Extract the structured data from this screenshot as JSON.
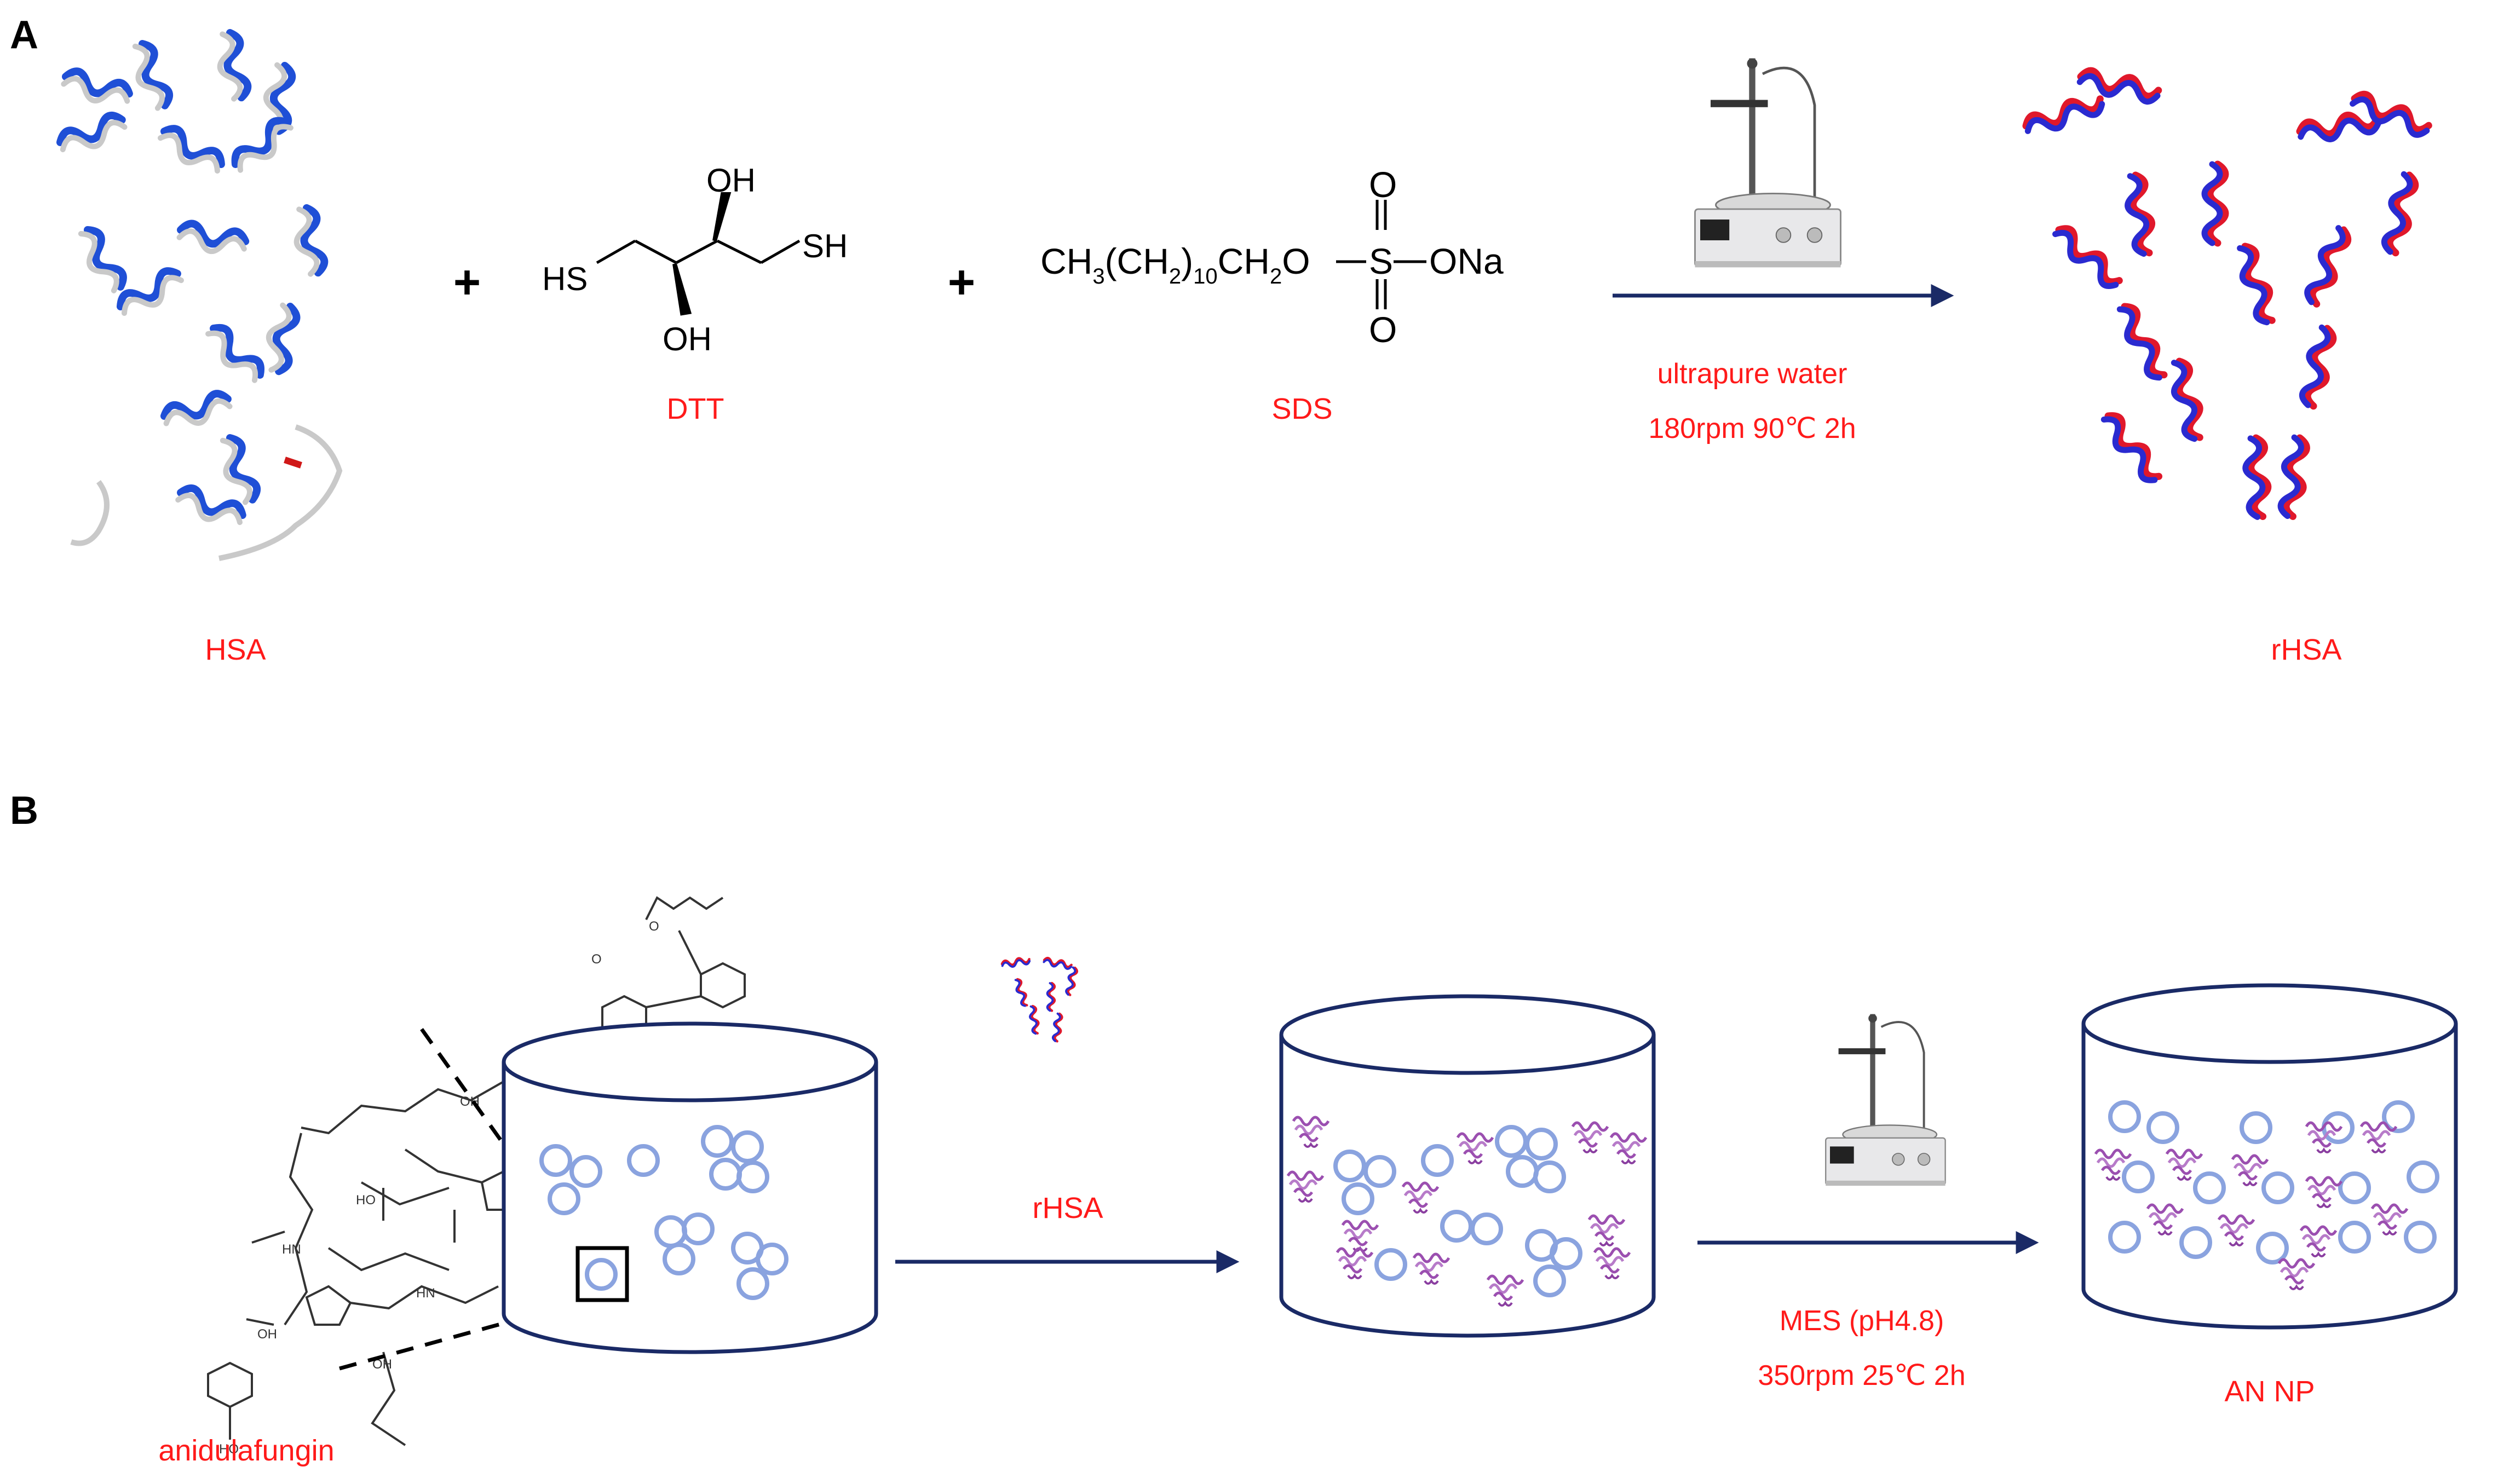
{
  "panels": {
    "a": {
      "letter": "A",
      "plus": "+",
      "reagents": {
        "hsa": "HSA",
        "dtt": "DTT",
        "sds": "SDS"
      },
      "dtt_structure": {
        "oh_top": "OH",
        "sh_right": "SH",
        "hs_left": "HS",
        "oh_bottom": "OH"
      },
      "sds_structure": {
        "formula_head": "CH",
        "sub_3": "3",
        "paren_open": "(CH",
        "sub_2": "2",
        "paren_close": ")",
        "sub_10": "10",
        "ch2o": "CH",
        "sub_2b": "2",
        "o_link": "O",
        "s": "S",
        "ona": "ONa",
        "o_top": "O",
        "o_bottom": "O"
      },
      "conditions": {
        "solvent": "ultrapure water",
        "params": "180rpm 90℃  2h"
      },
      "product": "rHSA"
    },
    "b": {
      "letter": "B",
      "drug": "anidulafungin",
      "carrier": "rHSA",
      "buffer": "MES (pH4.8)",
      "params": "350rpm 25℃  2h",
      "product": "AN NP"
    }
  },
  "colors": {
    "label_red": "#ff1a1a",
    "arrow_navy": "#1a2a66",
    "bubble_blue": "#8aa3df",
    "protein_blue": "#1f4fd6",
    "protein_red": "#e0182b",
    "protein_purple": "#9b4fb0",
    "gray": "#9a9a9a"
  },
  "icons": [
    "magnetic-stirrer-icon",
    "protein-ribbon-icon",
    "magnifier-box-icon"
  ]
}
